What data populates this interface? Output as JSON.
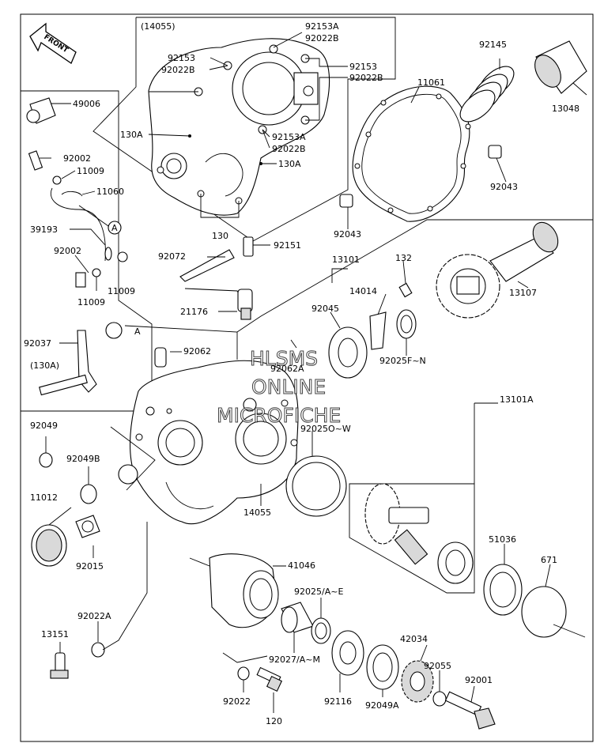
{
  "front_label": "FRONT",
  "watermark": [
    "HLSMS",
    "ONLINE",
    "MICROFICHE"
  ],
  "callouts": {
    "c14055_top": "(14055)",
    "c92153A_1": "92153A",
    "c92022B_1": "92022B",
    "c92153_l": "92153",
    "c92022B_l": "92022B",
    "c92153_r": "92153",
    "c92022B_r": "92022B",
    "c130A_l": "130A",
    "c92153A_2": "92153A",
    "c92022B_2": "92022B",
    "c130A_r": "130A",
    "c130": "130",
    "c11061": "11061",
    "c92145": "92145",
    "c13048": "13048",
    "c92043_r": "92043",
    "c92043_l": "92043",
    "c49006": "49006",
    "c92002_t": "92002",
    "c11009_t": "11009",
    "c11060": "11060",
    "cA_1": "A",
    "c39193": "39193",
    "c92002_b": "92002",
    "c11009_b": "11009",
    "c11009_r": "11009",
    "c92072": "92072",
    "c92151": "92151",
    "c13101": "13101",
    "c132": "132",
    "c13107": "13107",
    "c21176": "21176",
    "c14014": "14014",
    "c92045": "92045",
    "c92025FN": "92025F~N",
    "c92037": "92037",
    "cA_2": "A",
    "c92062": "92062",
    "c92062A": "92062A",
    "c130A_p": "(130A)",
    "c13101A": "13101A",
    "c92049": "92049",
    "c92025OW": "92025O~W",
    "c92049B": "92049B",
    "c11012": "11012",
    "c14055": "14055",
    "c92015": "92015",
    "c51036": "51036",
    "c671": "671",
    "c41046": "41046",
    "c92025AE": "92025/A~E",
    "c92022A": "92022A",
    "c13151": "13151",
    "c92027AM": "92027/A~M",
    "c42034": "42034",
    "c92055": "92055",
    "c92001": "92001",
    "c92022": "92022",
    "c92116": "92116",
    "c92049A": "92049A",
    "c120": "120"
  }
}
